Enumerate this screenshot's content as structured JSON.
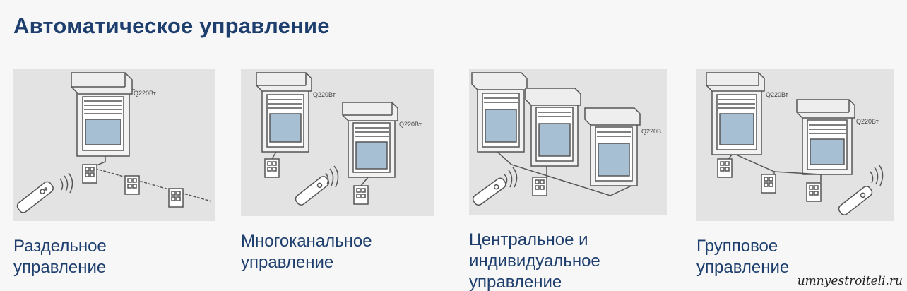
{
  "title": "Автоматическое управление",
  "panels": [
    {
      "caption_line1": "Раздельное",
      "caption_line2": "управление",
      "caption_line3": ""
    },
    {
      "caption_line1": "Многоканальное",
      "caption_line2": "управление",
      "caption_line3": ""
    },
    {
      "caption_line1": "Центральное и",
      "caption_line2": "индивидуальное",
      "caption_line3": "управление"
    },
    {
      "caption_line1": "Групповое",
      "caption_line2": "управление",
      "caption_line3": ""
    }
  ],
  "voltage_labels": {
    "p1_w1": "Q220Вт",
    "p2_w1": "Q220Вт",
    "p2_w2": "Q220Вт",
    "p3_w3": "Q220В",
    "p4_w1": "Q220Вт",
    "p4_w2": "Q220Вт"
  },
  "watermark": "umnyestroiteli.ru",
  "colors": {
    "title": "#1e3f6e",
    "caption": "#1e3f6e",
    "panel_bg": "#e3e3e3",
    "glass": "#a7bfd3"
  }
}
